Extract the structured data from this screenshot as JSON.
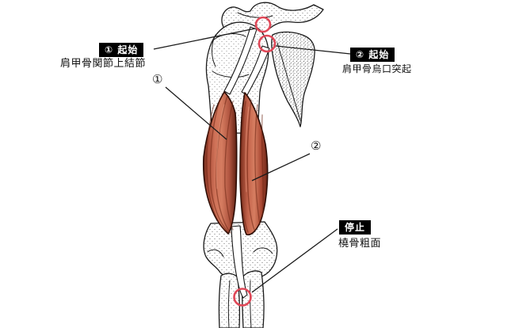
{
  "labels": {
    "origin1": {
      "tag": "① 起始",
      "target": "肩甲骨関節上結節"
    },
    "origin2": {
      "tag": "② 起始",
      "target": "肩甲骨烏口突起"
    },
    "insertion": {
      "tag": "停止",
      "target": "橈骨粗面"
    },
    "markers": {
      "muscle1": "①",
      "muscle2": "②"
    }
  },
  "colors": {
    "background": "#ffffff",
    "muscle": "#c96a52",
    "muscle_shadow": "#6f2a1a",
    "muscle_highlight": "#d57c60",
    "marker_ring": "#e04858",
    "label_bg": "#000000",
    "label_fg": "#ffffff",
    "leader_line": "#1a1a1a",
    "bone_outline": "#1a1a1a"
  }
}
